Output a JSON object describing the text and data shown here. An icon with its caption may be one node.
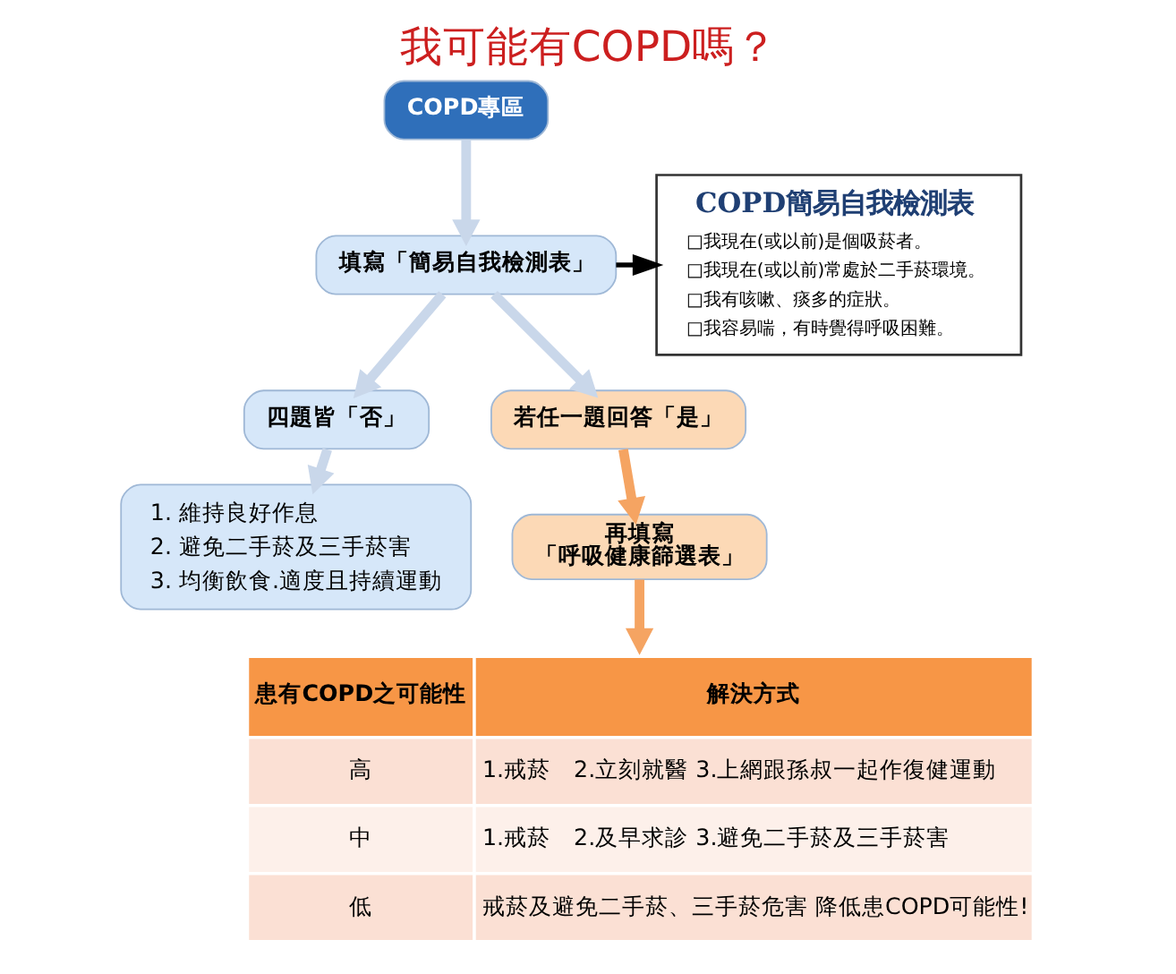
{
  "diagram": {
    "title": "我可能有COPD嗎？",
    "nodes": [
      {
        "text": [
          "COPD專區"
        ]
      },
      {
        "text": [
          "填寫「簡易自我檢測表」"
        ]
      },
      {
        "text": [
          "COPD簡易自我檢測表",
          "□我現在(或以前)是個吸菸者。",
          "□我現在(或以前)常處於二手菸環境。",
          "□我有咳嗽、痰多的症狀。",
          "□我容易喘，有時覺得呼吸困難。"
        ]
      },
      {
        "text": [
          "四題皆「否」"
        ]
      },
      {
        "text": [
          "若任一題回答「是」"
        ]
      },
      {
        "text": [
          "1. 維持良好作息",
          "2. 避免二手菸及三手菸害",
          "3. 均衡飲食.適度且持續運動"
        ]
      },
      {
        "text": [
          "再填寫",
          "「呼吸健康篩選表」"
        ]
      },
      {
        "text": [
          "患有COPD之可能性",
          "解決方式",
          "高",
          "1.戒菸　2.立刻就醫 3.上網跟孫叔一起作復健運動",
          "中",
          "1.戒菸　2.及早求診 3.避免二手菸及三手菸害",
          "低",
          "戒菸及避免二手菸、三手菸危害 降低患COPD可能性!"
        ]
      }
    ],
    "edges": [
      {
        "from": 0,
        "to": 1,
        "arrow": "to"
      },
      {
        "from": 1,
        "to": 2,
        "arrow": "to",
        "color": "#000000"
      },
      {
        "from": 1,
        "to": 3,
        "arrow": "to"
      },
      {
        "from": 1,
        "to": 4,
        "arrow": "to"
      },
      {
        "from": 3,
        "to": 5,
        "arrow": "to"
      },
      {
        "from": 4,
        "to": 6,
        "arrow": "to",
        "color": "#f5a462"
      },
      {
        "from": 6,
        "to": 7,
        "arrow": "to",
        "color": "#f5a462"
      }
    ]
  }
}
